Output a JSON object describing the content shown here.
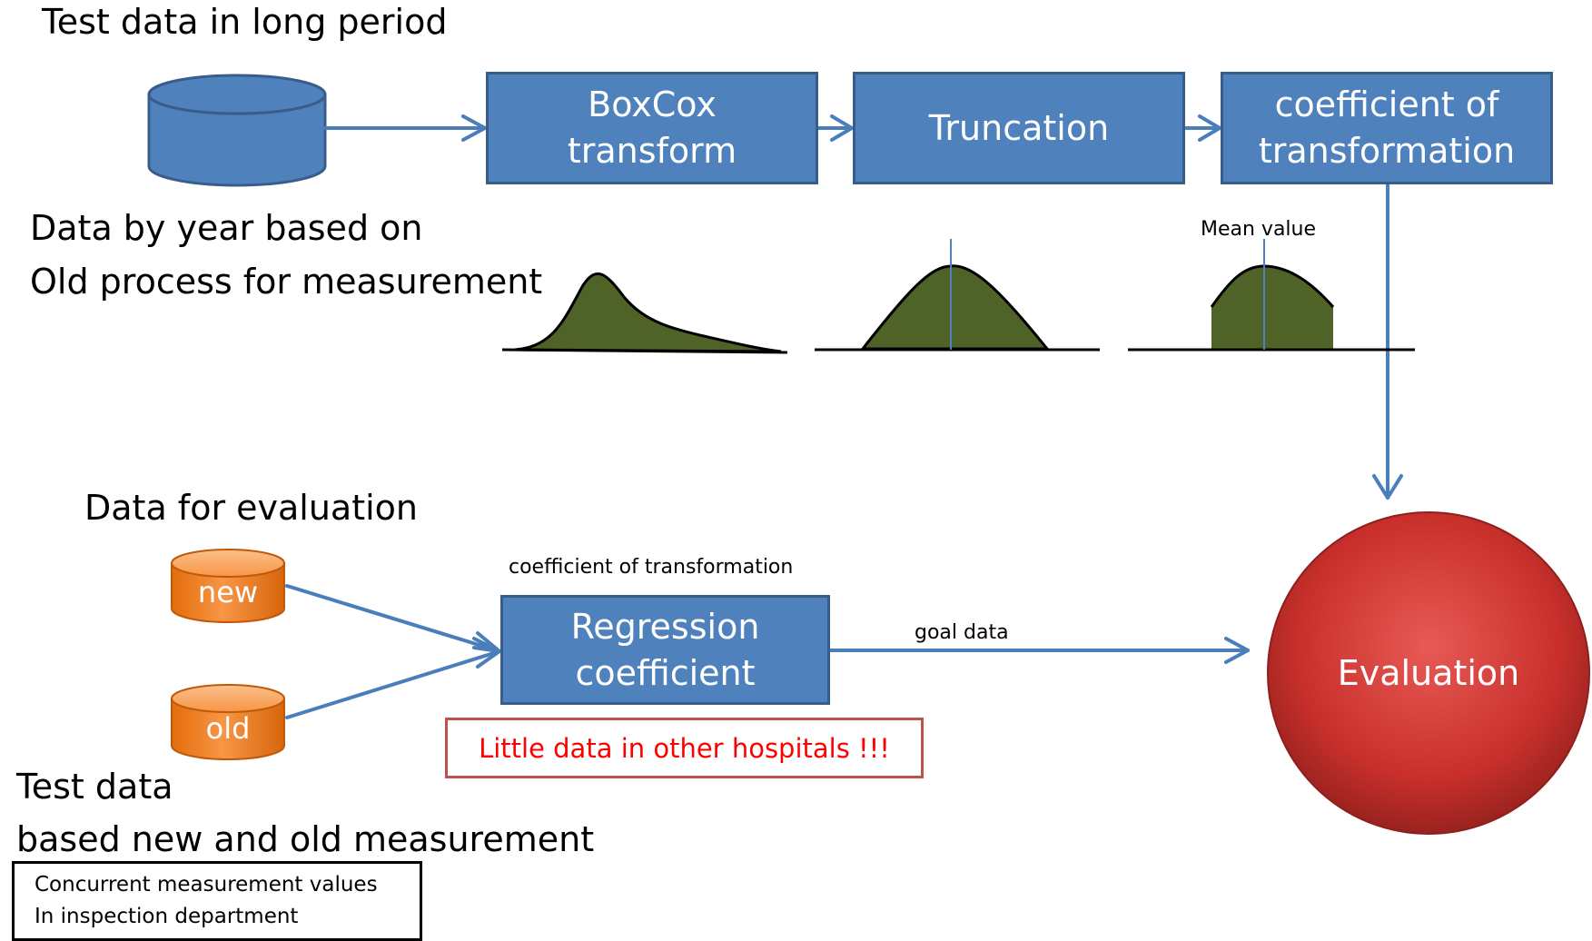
{
  "title_long_period": "Test data in long period",
  "steps": [
    {
      "line1": "BoxCox",
      "line2": "transform"
    },
    {
      "line1": "Truncation",
      "line2": ""
    },
    {
      "line1": "coefficient of",
      "line2": "transformation"
    }
  ],
  "year_data_line1": "Data by year based on",
  "year_data_line2": "Old process for measurement",
  "mean_value_label": "Mean value",
  "eval_data_title": "Data for evaluation",
  "cylinder_new": "new",
  "cylinder_old": "old",
  "regression_top_label": "coefficient of transformation",
  "regression_line1": "Regression",
  "regression_line2": "coefficient",
  "goal_data_label": "goal data",
  "evaluation_label": "Evaluation",
  "warning_text": "Little data in other hospitals !!!",
  "test_data_line1": "Test data",
  "test_data_line2": "based new and old measurement",
  "note_line1": "Concurrent measurement values",
  "note_line2": "In inspection department",
  "colors": {
    "box_fill": "#4f81bd",
    "box_border": "#385d8a",
    "curve_fill": "#4f6228",
    "evaluation_fill": "#c0392b",
    "cylinder_orange": "#f79646",
    "warning_border": "#c0504d",
    "warning_text": "#ff0000"
  },
  "icons": [
    "database-cylinder-icon",
    "arrow-right-icon",
    "arrow-down-icon"
  ]
}
